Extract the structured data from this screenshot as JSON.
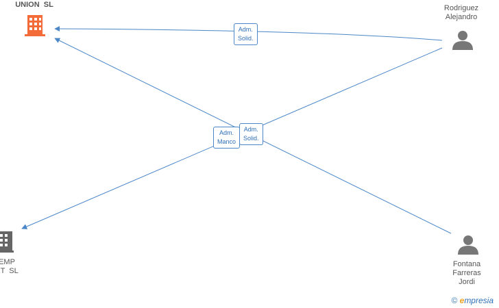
{
  "nodes": {
    "company_top": {
      "label": "UNION  SL",
      "color": "#f26b38"
    },
    "company_bottom": {
      "label": "EMP\nET  SL",
      "color": "#666666"
    },
    "person_top": {
      "label": "Rodriguez\nAlejandro"
    },
    "person_bottom": {
      "label": "Fontana\nFarreras\nJordi"
    }
  },
  "edges": {
    "e1": {
      "label": "Adm.\nSolid."
    },
    "e2": {
      "label": "Adm.\nSolid."
    },
    "e3": {
      "label": "Adm.\nManco"
    }
  },
  "colors": {
    "edge": "#4a86c8",
    "person_icon": "#777777"
  },
  "watermark": {
    "symbol": "©",
    "brand_initial": "e",
    "brand_rest": "mpresia"
  }
}
